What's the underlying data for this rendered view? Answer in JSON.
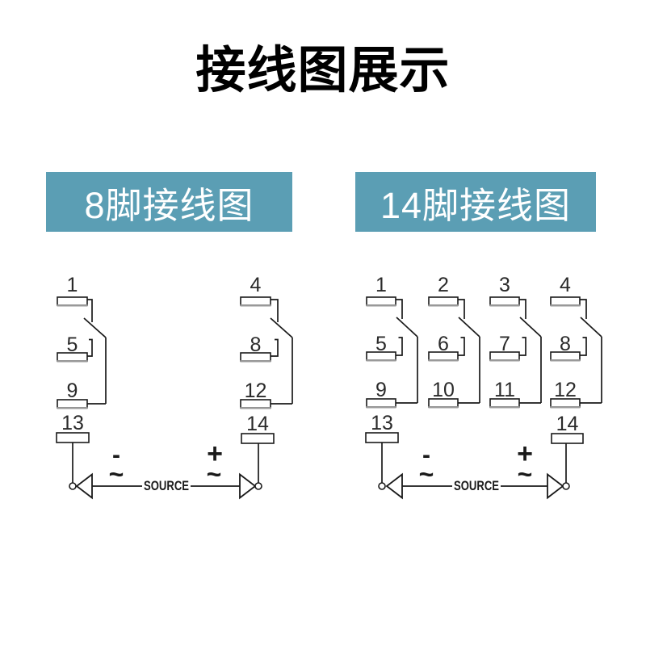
{
  "title": "接线图展示",
  "colors": {
    "accent": "#5b9eb4",
    "line": "#1a1a1a",
    "terminal_shadow": "#9a9a9a",
    "header_text": "#ffffff"
  },
  "diagram8": {
    "header": "8脚接线图",
    "pins": {
      "p1": "1",
      "p4": "4",
      "p5": "5",
      "p8": "8",
      "p9": "9",
      "p12": "12",
      "p13": "13",
      "p14": "14"
    },
    "source_label": "SOURCE",
    "minus_sign": "-",
    "plus_sign": "+",
    "ac_tilde": "~"
  },
  "diagram14": {
    "header": "14脚接线图",
    "pins": {
      "p1": "1",
      "p2": "2",
      "p3": "3",
      "p4": "4",
      "p5": "5",
      "p6": "6",
      "p7": "7",
      "p8": "8",
      "p9": "9",
      "p10": "10",
      "p11": "11",
      "p12": "12",
      "p13": "13",
      "p14": "14"
    },
    "source_label": "SOURCE",
    "minus_sign": "-",
    "plus_sign": "+",
    "ac_tilde": "~"
  }
}
